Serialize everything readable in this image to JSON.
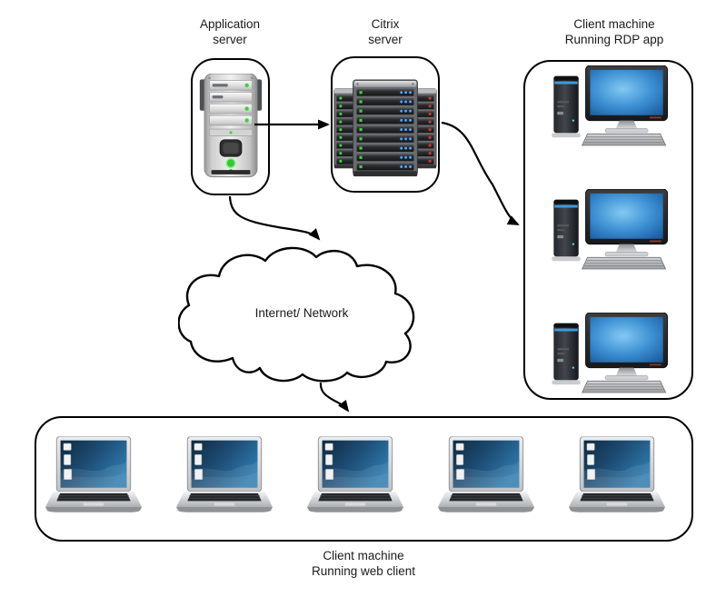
{
  "nodes": {
    "app_server": {
      "label": "Application server",
      "icon": "tower-server-icon"
    },
    "citrix_server": {
      "label": "Citrix server",
      "icon": "rack-server-icon"
    },
    "rdp_clients": {
      "label": "Client machine Running RDP app",
      "icon": "desktop-computer-icon",
      "count": 3
    },
    "cloud": {
      "label": "Internet/ Network",
      "icon": "cloud-shape"
    },
    "web_clients": {
      "label": "Client machine Running web client",
      "icon": "laptop-icon",
      "count": 5
    }
  },
  "connections": [
    {
      "from": "app_server",
      "to": "citrix_server"
    },
    {
      "from": "citrix_server",
      "to": "rdp_clients"
    },
    {
      "from": "app_server",
      "to": "cloud"
    },
    {
      "from": "cloud",
      "to": "web_clients"
    }
  ],
  "colors": {
    "background": "#ffffff",
    "outline": "#000000",
    "screen_blue": "#2e7fbe",
    "led_green": "#35d435",
    "led_red": "#d43535",
    "led_blue": "#4aa6ff"
  }
}
